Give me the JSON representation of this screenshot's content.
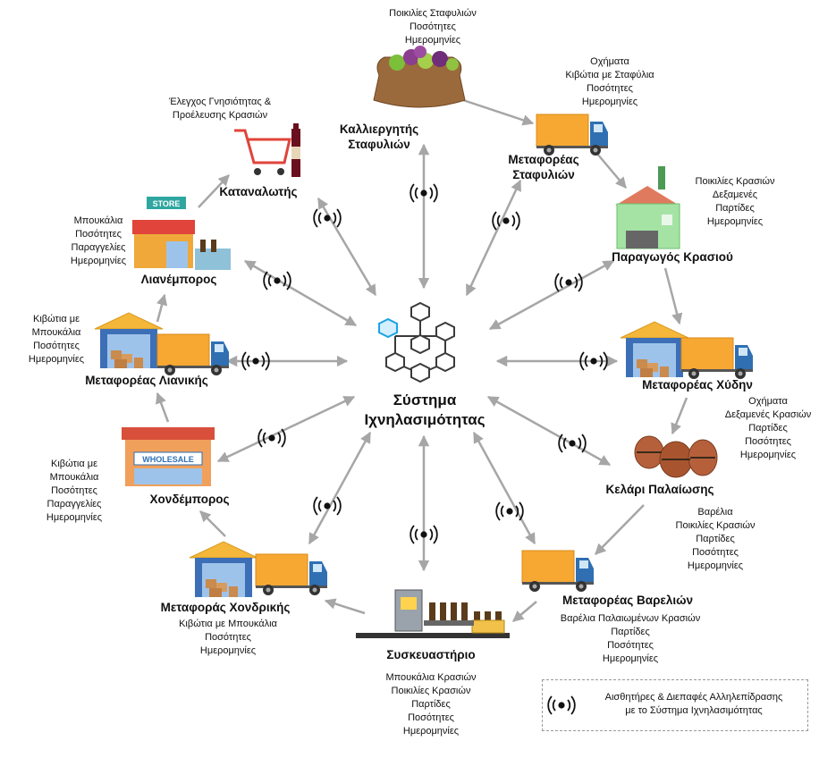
{
  "center": {
    "title_line1": "Σύστημα",
    "title_line2": "Ιχνηλασιμότητας"
  },
  "nodes": {
    "grower": {
      "label_line1": "Καλλιεργητής",
      "label_line2": "Σταφυλιών",
      "info": [
        "Ποικιλίες Σταφυλιών",
        "Ποσότητες",
        "Ημερομηνίες"
      ]
    },
    "grape_transport": {
      "label_line1": "Μεταφορέας",
      "label_line2": "Σταφυλιών",
      "info": [
        "Οχήματα",
        "Κιβώτια με Σταφύλια",
        "Ποσότητες",
        "Ημερομηνίες"
      ]
    },
    "winery": {
      "label": "Παραγωγός Κρασιού",
      "info": [
        "Ποικιλίες Κρασιών",
        "Δεξαμενές",
        "Παρτίδες",
        "Ημερομηνίες"
      ]
    },
    "bulk_transport": {
      "label": "Μεταφορέας Χύδην",
      "info": [
        "Οχήματα",
        "Δεξαμενές Κρασιών",
        "Παρτίδες",
        "Ποσότητες",
        "Ημερομηνίες"
      ]
    },
    "aging_cellar": {
      "label": "Κελάρι Παλαίωσης",
      "info": [
        "Βαρέλια",
        "Ποικιλίες Κρασιών",
        "Παρτίδες",
        "Ποσότητες",
        "Ημερομηνίες"
      ]
    },
    "barrel_transport": {
      "label": "Μεταφορέας Βαρελιών",
      "info": [
        "Βαρέλια Παλαιωμένων Κρασιών",
        "Παρτίδες",
        "Ποσότητες",
        "Ημερομηνίες"
      ]
    },
    "packager": {
      "label": "Συσκευαστήριο",
      "info": [
        "Μπουκάλια Κρασιών",
        "Ποικιλίες Κρασιών",
        "Παρτίδες",
        "Ποσότητες",
        "Ημερομηνίες"
      ]
    },
    "wholesale_transport": {
      "label": "Μεταφοράς Χονδρικής",
      "info": [
        "Κιβώτια με Μπουκάλια",
        "Ποσότητες",
        "Ημερομηνίες"
      ]
    },
    "wholesaler": {
      "label": "Χονδέμπορος",
      "info": [
        "Κιβώτια με",
        "Μπουκάλια",
        "Ποσότητες",
        "Παραγγελίες",
        "Ημερομηνίες"
      ]
    },
    "retail_transport": {
      "label": "Μεταφορέας Λιανικής",
      "info": [
        "Κιβώτια με",
        "Μπουκάλια",
        "Ποσότητες",
        "Ημερομηνίες"
      ]
    },
    "retailer": {
      "label": "Λιανέμπορος",
      "info": [
        "Μπουκάλια",
        "Ποσότητες",
        "Παραγγελίες",
        "Ημερομηνίες"
      ]
    },
    "consumers": {
      "label": "Καταναλωτής",
      "info": [
        "Έλεγχος Γνησιότητας &",
        "Προέλευσης Κρασιών"
      ]
    }
  },
  "icons": {
    "store_sign": "STORE",
    "wholesale_sign": "WHOLESALE"
  },
  "legend": {
    "line1": "Αισθητήρες & Διεπαφές Αλληλεπίδρασης",
    "line2": "με το Σύστημα Ιχνηλασιμότητας",
    "icon": "sensor-wave-icon"
  },
  "colors": {
    "arrow": "#a6a6a6",
    "truck": "#f7a833",
    "warehouse_roof": "#f4b73a",
    "warehouse_door": "#3d6fb6",
    "winery_wall": "#a5e3a5",
    "blockchain": "#3a3a3a",
    "blockchain_accent": "#1aa3e6"
  }
}
